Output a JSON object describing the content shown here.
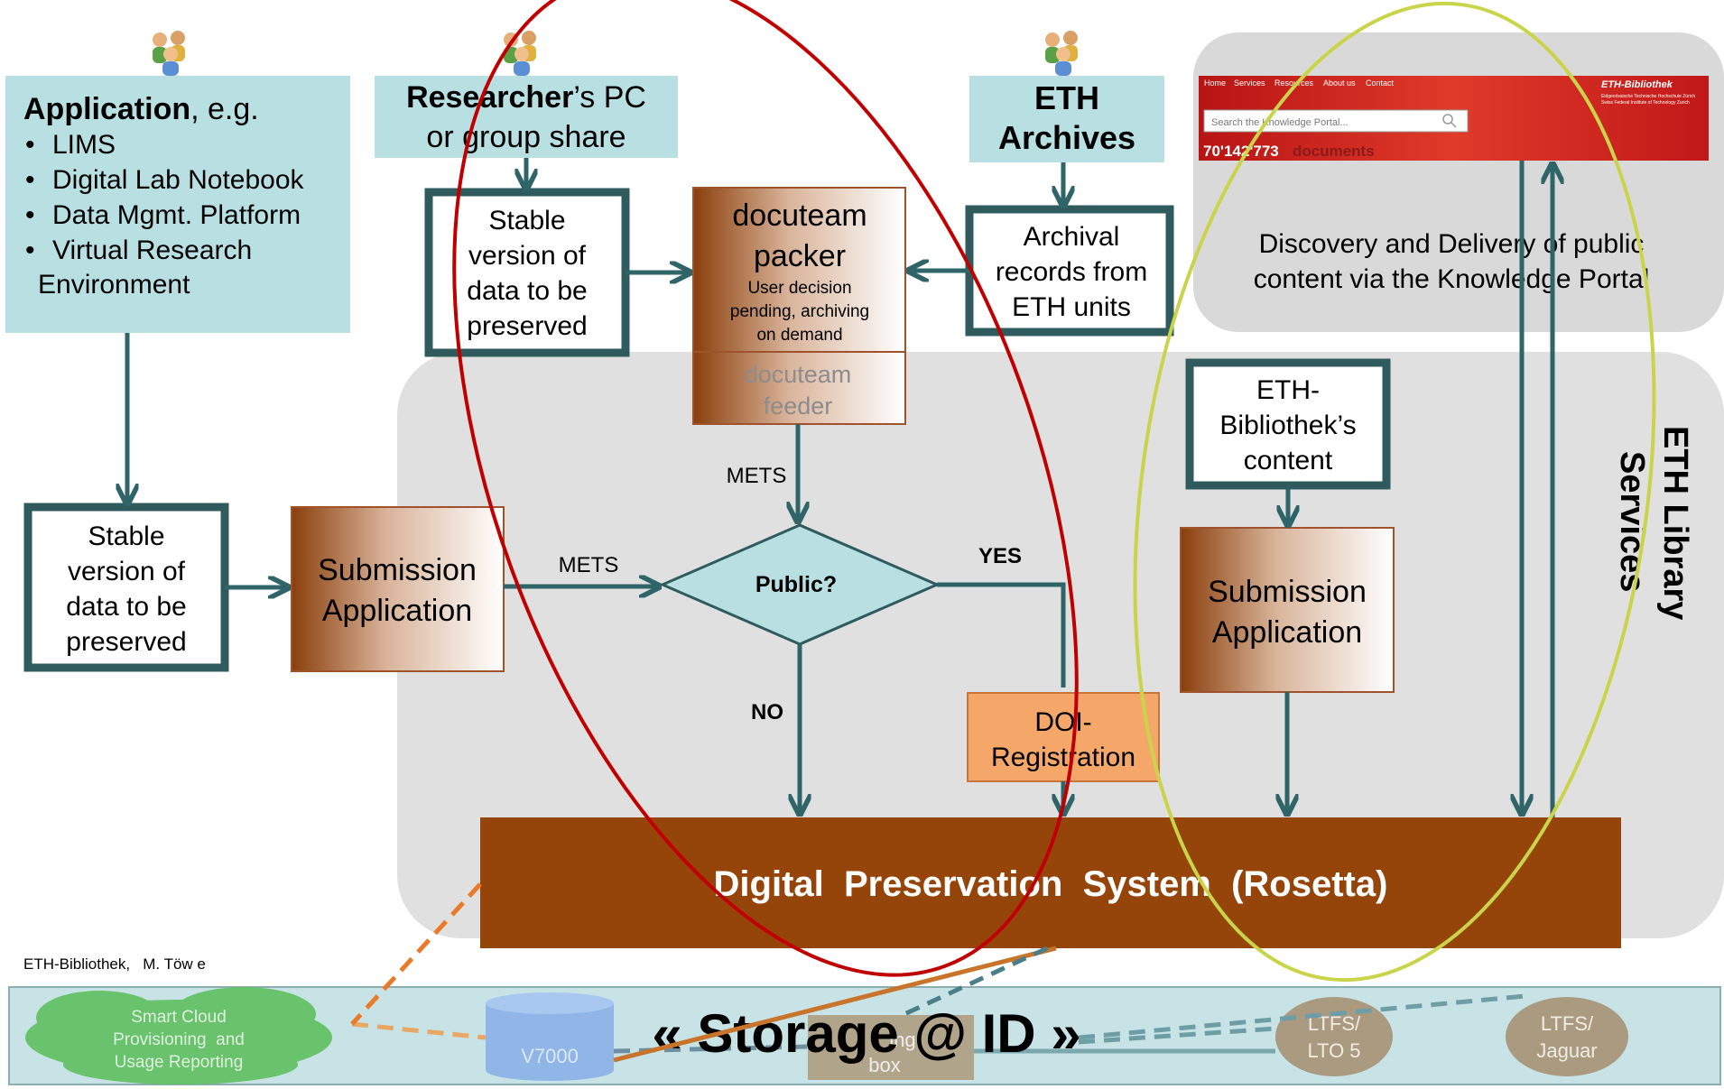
{
  "app_box": {
    "title_bold": "Application",
    "title_rest": ", e.g.",
    "items": [
      "LIMS",
      "Digital Lab Notebook",
      "Data Mgmt. Platform",
      "Virtual Research"
    ],
    "item_continuation": "Environment"
  },
  "researcher_box": {
    "title_bold": "Researcher",
    "title_rest": "’s PC",
    "line2": "or group share"
  },
  "archives_box": {
    "line1": "ETH",
    "line2": "Archives"
  },
  "stable_top": [
    "Stable",
    "version of",
    "data to be",
    "preserved"
  ],
  "stable_left": [
    "Stable",
    "version of",
    "data to be",
    "preserved"
  ],
  "packer": {
    "title1": "docuteam",
    "title2": "packer",
    "note": [
      "User decision",
      "pending, archiving",
      "on demand"
    ],
    "feeder1": "docuteam",
    "feeder2": "feeder"
  },
  "archival_records": [
    "Archival",
    "records from",
    "ETH units"
  ],
  "library_content": [
    "ETH-",
    "Bibliothek’s",
    "content"
  ],
  "submission_left": [
    "Submission",
    "Application"
  ],
  "submission_right": [
    "Submission",
    "Application"
  ],
  "decision": {
    "label": "Public?",
    "yes": "YES",
    "no": "NO"
  },
  "mets_labels": {
    "top": "METS",
    "left": "METS"
  },
  "doi": [
    "DOI-",
    "Registration"
  ],
  "dps": {
    "label": "Digital  Preservation  System  (Rosetta)"
  },
  "services_label": [
    "ETH Library",
    "Services"
  ],
  "discovery": [
    "Discovery and Delivery of public",
    "content via the Knowledge Portal"
  ],
  "portal": {
    "nav": [
      "Home",
      "Services",
      "Resources",
      "About us",
      "Contact"
    ],
    "search_placeholder": "Search the Knowledge Portal...",
    "count": "70'142'773",
    "count_label": "documents",
    "brand": "ETH-Bibliothek",
    "brand_sub": [
      "Eidgenössische Technische Hochschule Zürich",
      "Swiss Federal Institute of Technology Zurich"
    ]
  },
  "footer_credit": "ETH-Bibliothek,   M. Töw e",
  "storage": {
    "title": "« Storage @ ID »",
    "cloud": [
      "Smart Cloud",
      "Provisioning  and",
      "Usage Reporting"
    ],
    "v7000": "V7000",
    "staging": [
      "ing",
      "box"
    ],
    "lto5": [
      "LTFS/",
      "LTO 5"
    ],
    "jaguar": [
      "LTFS/",
      "Jaguar"
    ]
  },
  "colors": {
    "teal_box": "#b8e0e2",
    "dark_border": "#2f5b5e",
    "arrow": "#2f6468",
    "brown": "#96450a",
    "panel_gray": "#e0e0e0",
    "doi_orange": "#f5a76a",
    "red_ellipse": "#c00000",
    "yellow_ellipse": "#c9d44a",
    "portal_red": "#d42424"
  }
}
